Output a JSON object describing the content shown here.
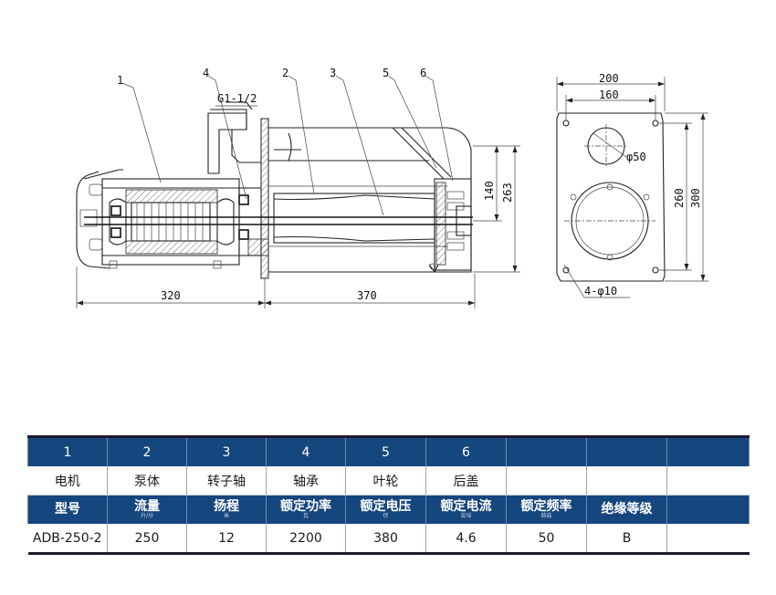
{
  "drawing": {
    "part_numbers": [
      "1",
      "4",
      "2",
      "3",
      "5",
      "6"
    ],
    "thread_label": "G1-1/2",
    "dimensions": {
      "motor_length": "320",
      "pump_length": "370",
      "height_140": "140",
      "height_263": "263",
      "width_200": "200",
      "width_160": "160",
      "hole_50": "φ50",
      "height_260": "260",
      "height_300": "300",
      "holes": "4-φ10"
    }
  },
  "table": {
    "row_numbers": [
      "1",
      "2",
      "3",
      "4",
      "5",
      "6",
      "",
      "",
      ""
    ],
    "part_names": [
      "电机",
      "泵体",
      "转子轴",
      "轴承",
      "叶轮",
      "后盖",
      "",
      "",
      ""
    ],
    "spec_headers": [
      {
        "label": "型号",
        "unit": ""
      },
      {
        "label": "流量",
        "unit": "升/分"
      },
      {
        "label": "扬程",
        "unit": "米"
      },
      {
        "label": "额定功率",
        "unit": "瓦"
      },
      {
        "label": "额定电压",
        "unit": "伏"
      },
      {
        "label": "额定电流",
        "unit": "安培"
      },
      {
        "label": "额定频率",
        "unit": "赫兹"
      },
      {
        "label": "绝缘等级",
        "unit": ""
      },
      {
        "label": "",
        "unit": ""
      }
    ],
    "spec_values": [
      "ADB-250-2",
      "250",
      "12",
      "2200",
      "380",
      "4.6",
      "50",
      "B",
      ""
    ]
  }
}
